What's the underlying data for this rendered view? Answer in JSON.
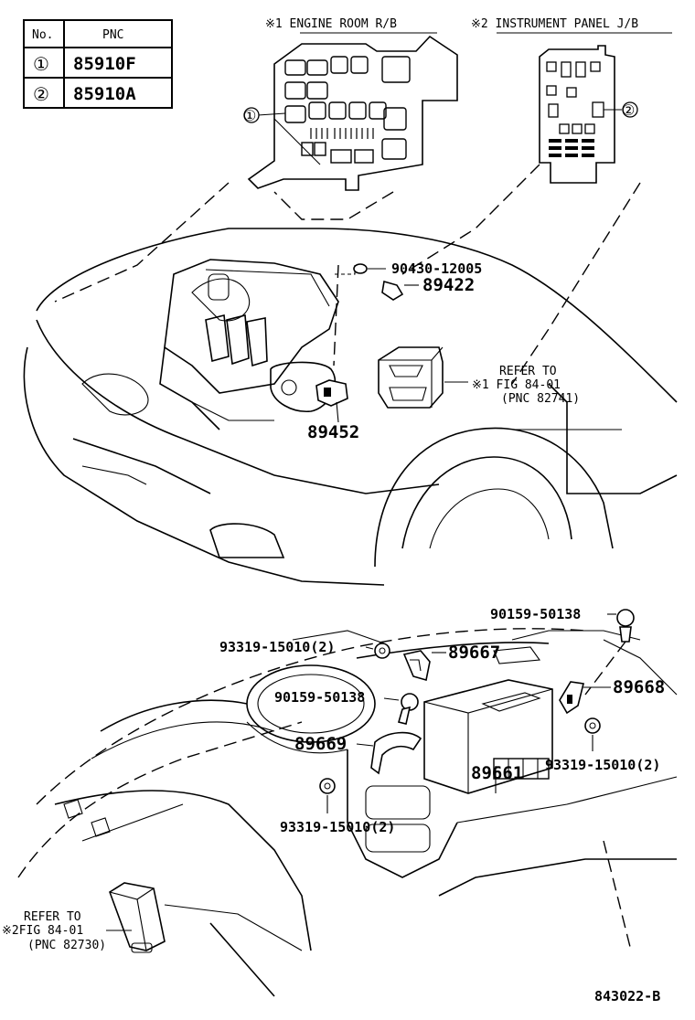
{
  "pnc_table": {
    "headers": [
      "No.",
      "PNC"
    ],
    "rows": [
      {
        "no": "①",
        "pnc": "85910F"
      },
      {
        "no": "②",
        "pnc": "85910A"
      }
    ]
  },
  "boxes": {
    "engine_room": "※1 ENGINE ROOM R/B",
    "instrument_panel": "※2 INSTRUMENT PANEL J/B",
    "callout_1": "①",
    "callout_2": "②"
  },
  "parts": {
    "p90430": "90430-12005",
    "p89422": "89422",
    "p89452": "89452",
    "p90159_top": "90159-50138",
    "p93319_a": "93319-15010(2)",
    "p89667": "89667",
    "p89668": "89668",
    "p90159_mid": "90159-50138",
    "p89669": "89669",
    "p89661": "89661",
    "p93319_b": "93319-15010(2)",
    "p93319_c": "93319-15010(2)"
  },
  "refs": {
    "ref1": {
      "line1": "REFER TO",
      "line2": "※1 FIG 84-01",
      "line3": "(PNC 82741)"
    },
    "ref2": {
      "line1": "REFER TO",
      "line2": "※2FIG 84-01",
      "line3": "(PNC 82730)"
    }
  },
  "figure_id": "843022-B"
}
